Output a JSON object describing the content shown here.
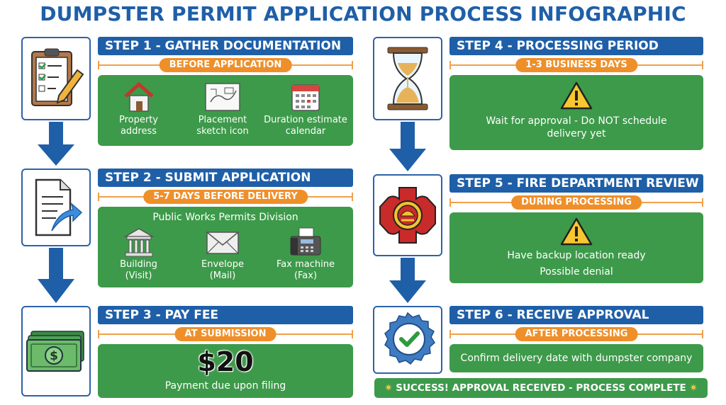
{
  "title": "DUMPSTER PERMIT APPLICATION PROCESS INFOGRAPHIC",
  "steps": [
    {
      "title": "STEP 1 - GATHER DOCUMENTATION",
      "timing": "BEFORE APPLICATION",
      "icon": "clipboard-checklist-icon",
      "items": [
        {
          "icon": "house-icon",
          "label1": "Property",
          "label2": "address"
        },
        {
          "icon": "sketch-icon",
          "label1": "Placement",
          "label2": "sketch icon"
        },
        {
          "icon": "calendar-icon",
          "label1": "Duration estimate",
          "label2": "calendar"
        }
      ]
    },
    {
      "title": "STEP 2 - SUBMIT APPLICATION",
      "timing": "5-7 DAYS BEFORE DELIVERY",
      "icon": "document-send-icon",
      "heading": "Public Works Permits Division",
      "items": [
        {
          "icon": "building-icon",
          "label1": "Building",
          "label2": "(Visit)"
        },
        {
          "icon": "envelope-icon",
          "label1": "Envelope",
          "label2": "(Mail)"
        },
        {
          "icon": "fax-machine-icon",
          "label1": "Fax machine",
          "label2": "(Fax)"
        }
      ]
    },
    {
      "title": "STEP 3 - PAY FEE",
      "timing": "AT SUBMISSION",
      "icon": "money-icon",
      "amount": "$20",
      "note": "Payment due upon filing"
    },
    {
      "title": "STEP 4 - PROCESSING PERIOD",
      "timing": "1-3 BUSINESS DAYS",
      "icon": "hourglass-icon",
      "line1": "Wait for approval - Do NOT schedule",
      "line2": "delivery yet"
    },
    {
      "title": "STEP 5 - FIRE DEPARTMENT REVIEW",
      "timing": "DURING PROCESSING",
      "icon": "fire-department-badge-icon",
      "line1": "Have backup location ready",
      "line2": "Possible denial"
    },
    {
      "title": "STEP 6 - RECEIVE APPROVAL",
      "timing": "AFTER PROCESSING",
      "icon": "approval-seal-icon",
      "line1": "Confirm delivery date with dumpster company"
    }
  ],
  "success": "SUCCESS! APPROVAL RECEIVED - PROCESS COMPLETE",
  "colors": {
    "blue": "#1f5fa8",
    "orange": "#ef8f2a",
    "green": "#3d9a4a"
  }
}
